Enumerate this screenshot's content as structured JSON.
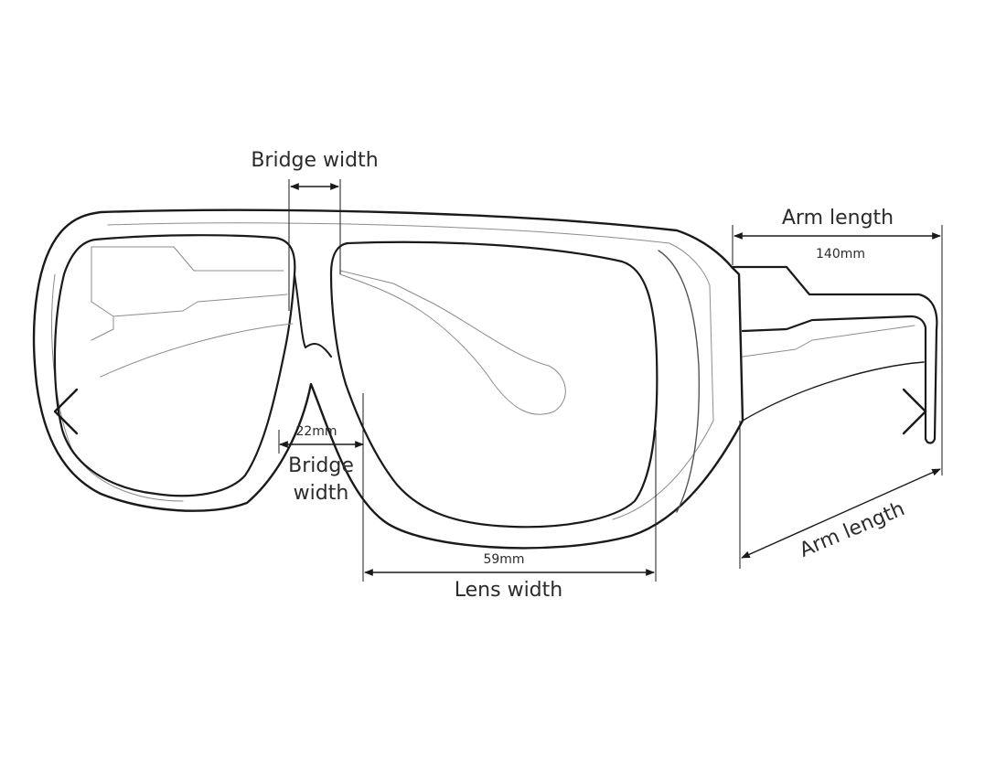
{
  "colors": {
    "stroke": "#1a1a1a",
    "ghost": "#8c8c8c",
    "text": "#2b2b2b"
  },
  "navigation": {
    "prev_icon": "chevron-left-icon",
    "next_icon": "chevron-right-icon"
  },
  "labels": {
    "bridge_top": "Bridge width",
    "bridge_value": "22mm",
    "bridge_lower_line1": "Bridge",
    "bridge_lower_line2": "width",
    "lens_value": "59mm",
    "lens": "Lens width",
    "arm_top": "Arm length",
    "arm_value": "140mm",
    "arm_diag": "Arm length"
  }
}
